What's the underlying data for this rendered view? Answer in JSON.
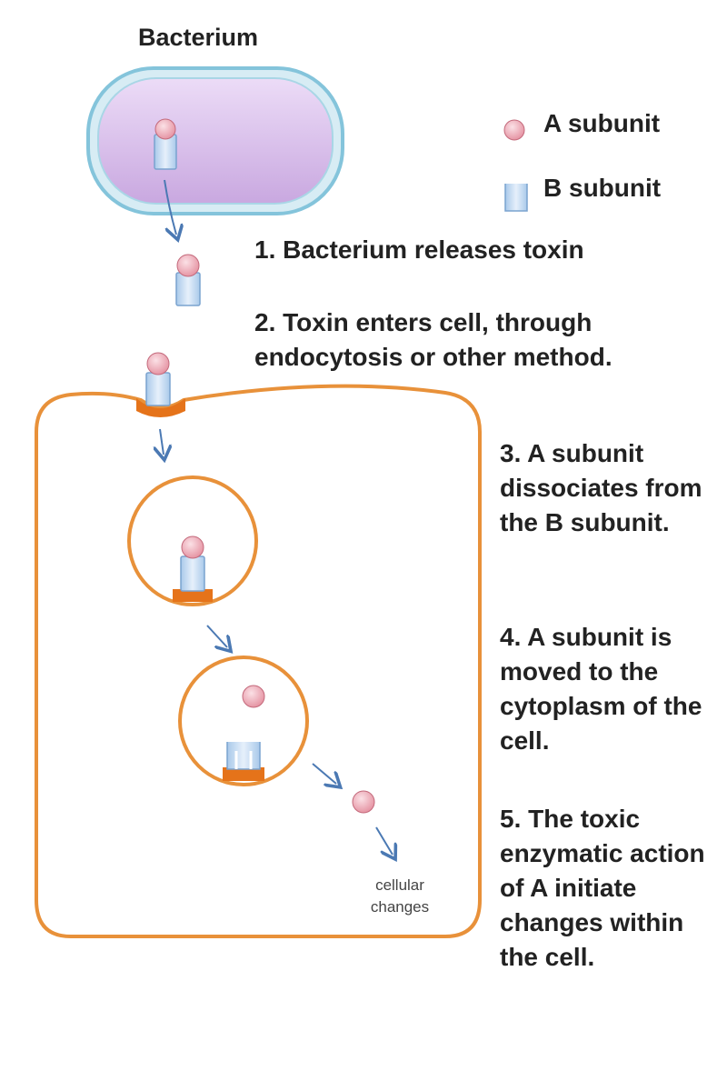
{
  "bacterium_label": "Bacterium",
  "legend": {
    "a_label": "A subunit",
    "b_label": "B subunit",
    "a_icon": "a-subunit-sphere-icon",
    "b_icon": "b-subunit-cup-icon"
  },
  "steps": {
    "s1": "1. Bacterium releases toxin",
    "s2": "2. Toxin enters cell, through endocytosis or other method.",
    "s3": "3. A subunit dissociates from the B subunit.",
    "s4": "4. A subunit is moved to the cytoplasm of the cell.",
    "s5": "5. The toxic enzymatic action of A initiate changes within the cell."
  },
  "cellular_changes": "cellular changes",
  "colors": {
    "bacterium_fill": "#dcc3ec",
    "bacterium_outline": "#7fc6dd",
    "cell_membrane": "#e8913a",
    "receptor": "#e5731a",
    "a_subunit": "#f2aeba",
    "b_subunit": "#c7dcf3",
    "arrow": "#4b79b3"
  }
}
